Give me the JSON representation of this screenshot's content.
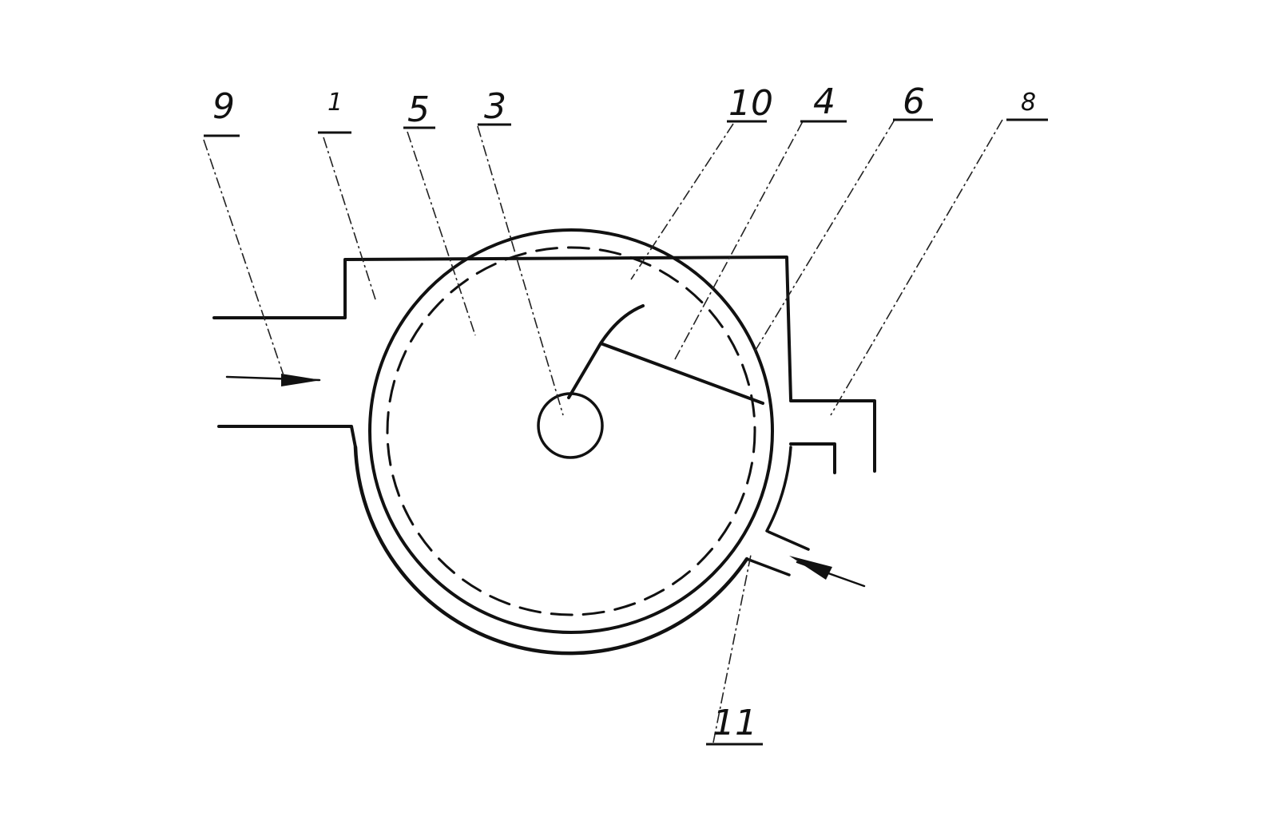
{
  "labels": {
    "l9": "9",
    "l1": "1",
    "l5": "5",
    "l3": "3",
    "l10": "10",
    "l4": "4",
    "l6": "6",
    "l8": "8",
    "l11": "11"
  }
}
